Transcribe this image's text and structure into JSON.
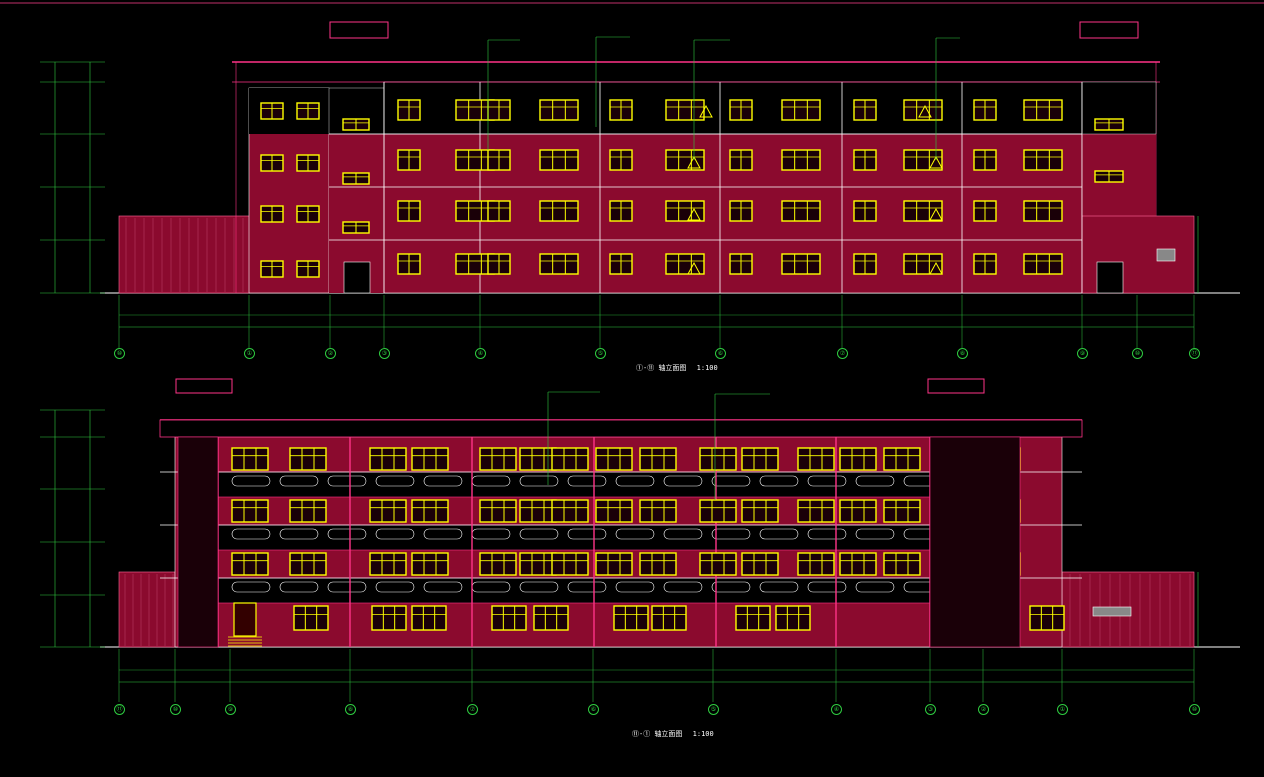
{
  "drawing": {
    "top_view": {
      "title": "①-⑪",
      "title_suffix": "轴立面图",
      "scale": "1:100",
      "axes": [
        "⑩",
        "①",
        "②",
        "③",
        "④",
        "⑤",
        "⑥",
        "⑦",
        "⑧",
        "⑨",
        "⑩",
        "⑪"
      ]
    },
    "bottom_view": {
      "title": "⑪-①",
      "title_suffix": "轴立面图",
      "scale": "1:100",
      "axes": [
        "⑪",
        "⑩",
        "⑨",
        "⑧",
        "⑦",
        "⑥",
        "⑤",
        "④",
        "③",
        "②",
        "①",
        "⑩"
      ]
    },
    "colors": {
      "background": "#000000",
      "facade": "#8b0a2e",
      "window": "#ffff00",
      "dimension": "#2ecc40",
      "outline": "#ffffff",
      "cornice": "#e0408a",
      "glass": "#00ffff"
    }
  }
}
